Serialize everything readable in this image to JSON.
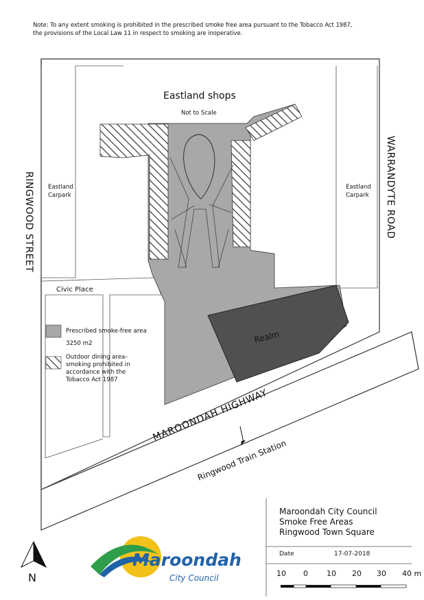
{
  "note": {
    "line1": "Note: To any extent smoking is prohibited in the prescribed smoke free area pursuant to the Tobacco Act 1987,",
    "line2": "the provisions of the Local Law 11 in respect to smoking are inoperative."
  },
  "map": {
    "eastland_shops": "Eastland shops",
    "not_to_scale": "Not to Scale",
    "eastland_carpark_left_1": "Eastland",
    "eastland_carpark_left_2": "Carpark",
    "eastland_carpark_right_1": "Eastland",
    "eastland_carpark_right_2": "Carpark",
    "civic_place": "Civic Place",
    "realm": "Realm",
    "ringwood_street": "RINGWOOD STREET",
    "warrandyte_road": "WARRANDYTE ROAD",
    "maroondah_highway": "MAROONDAH HIGHWAY",
    "ringwood_train_station": "Ringwood Train Station"
  },
  "legend": {
    "smoke_free_label": "Prescribed smoke-free area",
    "smoke_free_area": "3250 m2",
    "dining_line1": "Outdoor dining area–",
    "dining_line2": "smoking prohibited in",
    "dining_line3": "accordance with the",
    "dining_line4": "Tobacco Act 1987"
  },
  "title_block": {
    "line1": "Maroondah City Council",
    "line2": "Smoke Free Areas",
    "line3": "Ringwood Town Square",
    "date_label": "Date",
    "date_value": "17-07-2018"
  },
  "scale_bar": {
    "labels": [
      "10",
      "0",
      "10",
      "20",
      "30",
      "40 m"
    ]
  },
  "north_arrow": {
    "label": "N"
  },
  "logo": {
    "name": "Maroondah",
    "sub": "City Council"
  },
  "colors": {
    "smoke_free_fill": "#a8a8a8",
    "realm_fill": "#505050",
    "logo_green": "#2e9e4a",
    "logo_yellow": "#f2c21b",
    "logo_blue": "#1f62a8"
  }
}
